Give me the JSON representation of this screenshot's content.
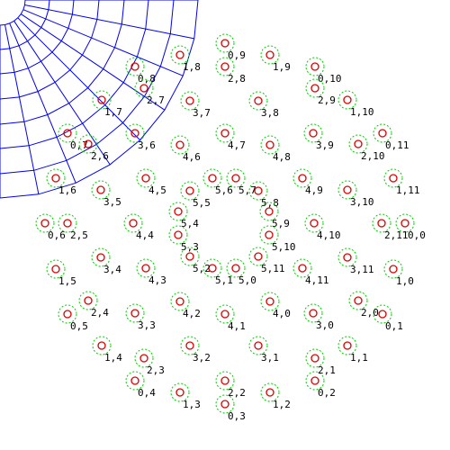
{
  "colors": {
    "background": "#ffffff",
    "mesh_line": "#0000ee",
    "outer_ring": "#00cc00",
    "inner_ring": "#dd0000",
    "label": "#000000"
  },
  "points": [
    {
      "label": "0,0"
    },
    {
      "label": "0,1"
    },
    {
      "label": "0,2"
    },
    {
      "label": "0,3"
    },
    {
      "label": "0,4"
    },
    {
      "label": "0,5"
    },
    {
      "label": "0,6"
    },
    {
      "label": "0,7"
    },
    {
      "label": "0,8"
    },
    {
      "label": "0,9"
    },
    {
      "label": "0,10"
    },
    {
      "label": "0,11"
    },
    {
      "label": "1,0"
    },
    {
      "label": "1,1"
    },
    {
      "label": "1,2"
    },
    {
      "label": "1,3"
    },
    {
      "label": "1,4"
    },
    {
      "label": "1,5"
    },
    {
      "label": "1,6"
    },
    {
      "label": "1,7"
    },
    {
      "label": "1,8"
    },
    {
      "label": "1,9"
    },
    {
      "label": "1,10"
    },
    {
      "label": "1,11"
    },
    {
      "label": "2,0"
    },
    {
      "label": "2,1"
    },
    {
      "label": "2,2"
    },
    {
      "label": "2,3"
    },
    {
      "label": "2,4"
    },
    {
      "label": "2,5"
    },
    {
      "label": "2,6"
    },
    {
      "label": "2,7"
    },
    {
      "label": "2,8"
    },
    {
      "label": "2,9"
    },
    {
      "label": "2,10"
    },
    {
      "label": "2,11"
    },
    {
      "label": "3,0"
    },
    {
      "label": "3,1"
    },
    {
      "label": "3,2"
    },
    {
      "label": "3,3"
    },
    {
      "label": "3,4"
    },
    {
      "label": "3,5"
    },
    {
      "label": "3,6"
    },
    {
      "label": "3,7"
    },
    {
      "label": "3,8"
    },
    {
      "label": "3,9"
    },
    {
      "label": "3,10"
    },
    {
      "label": "3,11"
    },
    {
      "label": "4,0"
    },
    {
      "label": "4,1"
    },
    {
      "label": "4,2"
    },
    {
      "label": "4,3"
    },
    {
      "label": "4,4"
    },
    {
      "label": "4,5"
    },
    {
      "label": "4,6"
    },
    {
      "label": "4,7"
    },
    {
      "label": "4,8"
    },
    {
      "label": "4,9"
    },
    {
      "label": "4,10"
    },
    {
      "label": "4,11"
    },
    {
      "label": "5,0"
    },
    {
      "label": "5,1"
    },
    {
      "label": "5,2"
    },
    {
      "label": "5,3"
    },
    {
      "label": "5,4"
    },
    {
      "label": "5,5"
    },
    {
      "label": "5,6"
    },
    {
      "label": "5,7"
    },
    {
      "label": "5,8"
    },
    {
      "label": "5,9"
    },
    {
      "label": "5,10"
    },
    {
      "label": "5,11"
    }
  ]
}
